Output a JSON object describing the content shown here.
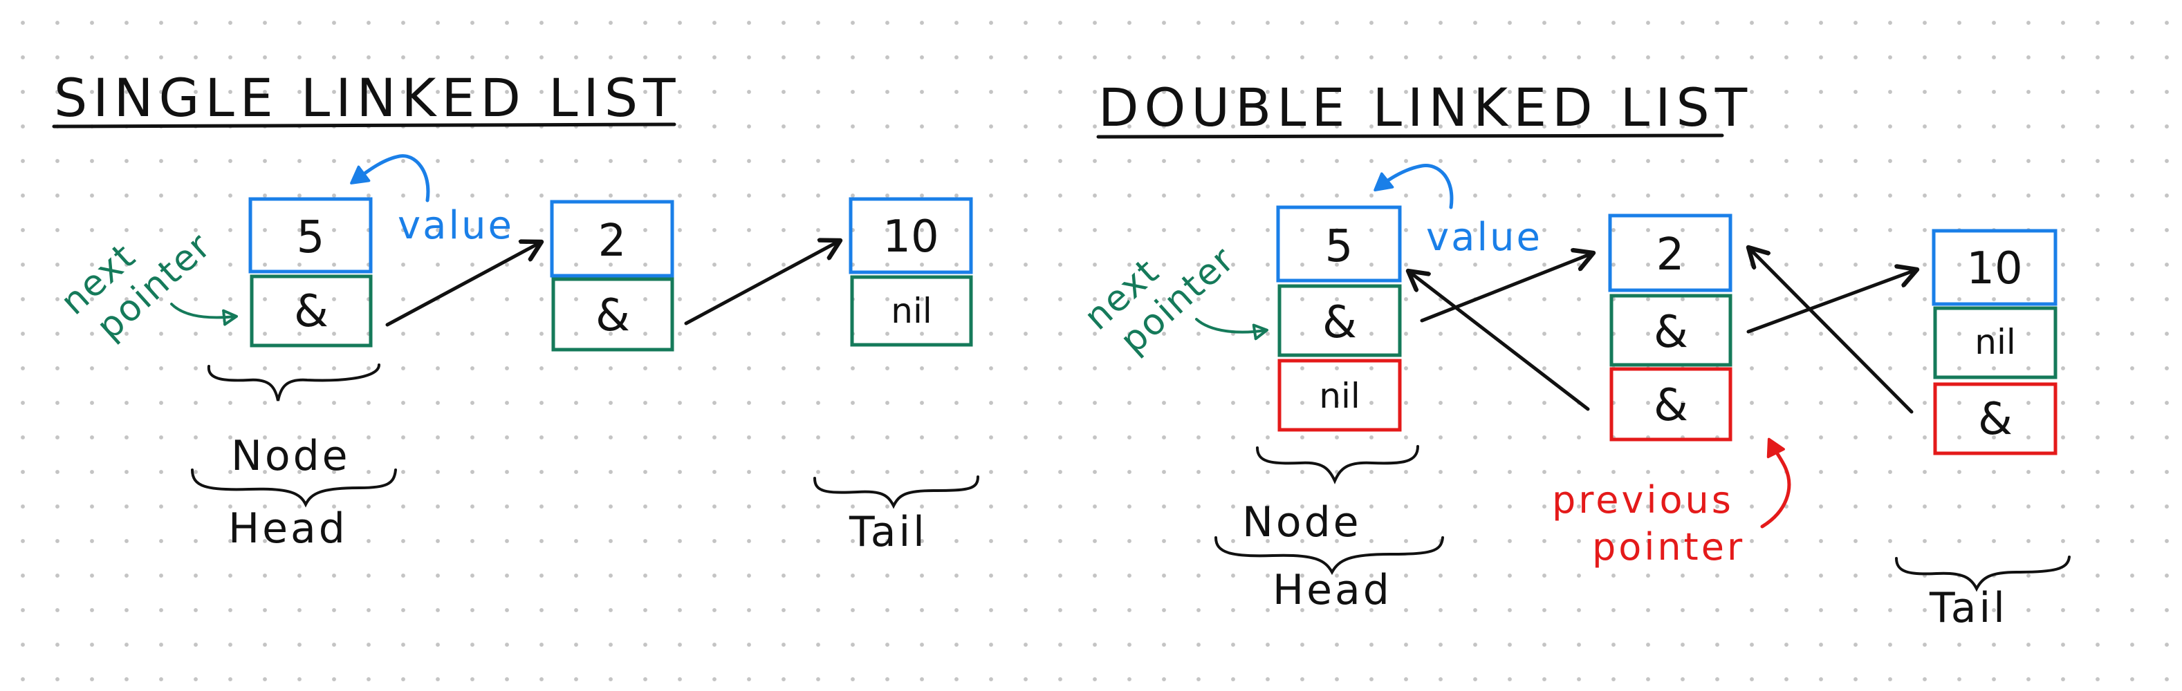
{
  "single": {
    "title": "SINGLE LINKED LIST",
    "annotations": {
      "next_pointer_1": "next",
      "next_pointer_2": "pointer",
      "value": "value",
      "node": "Node",
      "head": "Head",
      "tail": "Tail"
    },
    "nodes": [
      {
        "value": "5",
        "next": "&"
      },
      {
        "value": "2",
        "next": "&"
      },
      {
        "value": "10",
        "next": "nil"
      }
    ]
  },
  "double": {
    "title": "DOUBLE LINKED LIST",
    "annotations": {
      "next_pointer_1": "next",
      "next_pointer_2": "pointer",
      "value": "value",
      "node": "Node",
      "head": "Head",
      "tail": "Tail",
      "previous_pointer_1": "previous",
      "previous_pointer_2": "pointer"
    },
    "nodes": [
      {
        "value": "5",
        "next": "&",
        "prev": "nil"
      },
      {
        "value": "2",
        "next": "&",
        "prev": "&"
      },
      {
        "value": "10",
        "next": "nil",
        "prev": "&"
      }
    ]
  },
  "colors": {
    "value_box": "#1a7fe8",
    "next_box": "#157a5a",
    "prev_box": "#e41a1a",
    "ink": "#111111"
  }
}
